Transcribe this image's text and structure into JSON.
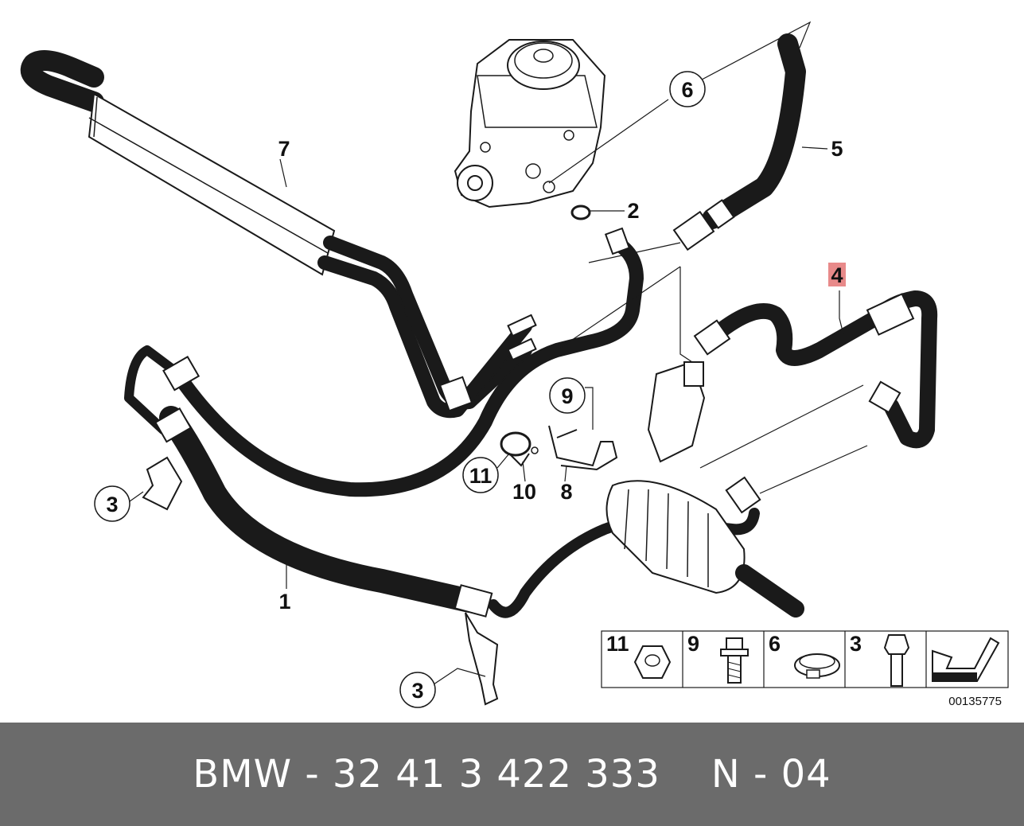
{
  "diagram": {
    "callouts": {
      "c1": "1",
      "c2": "2",
      "c3a": "3",
      "c3b": "3",
      "c4": "4",
      "c5": "5",
      "c6": "6",
      "c7": "7",
      "c8": "8",
      "c9": "9",
      "c10": "10",
      "c11": "11"
    },
    "highlight_color": "#e88a8a",
    "legend": {
      "items": [
        {
          "label": "11",
          "icon": "hex-nut-icon"
        },
        {
          "label": "9",
          "icon": "collar-bolt-icon"
        },
        {
          "label": "6",
          "icon": "hose-clamp-icon"
        },
        {
          "label": "3",
          "icon": "hex-bolt-icon"
        }
      ],
      "direction_icon": "front-direction-arrow-icon"
    },
    "diagram_number": "00135775"
  },
  "footer": {
    "part_number": "BMW - 32 41 3 422 333",
    "diagram_ref": "N - 04"
  }
}
